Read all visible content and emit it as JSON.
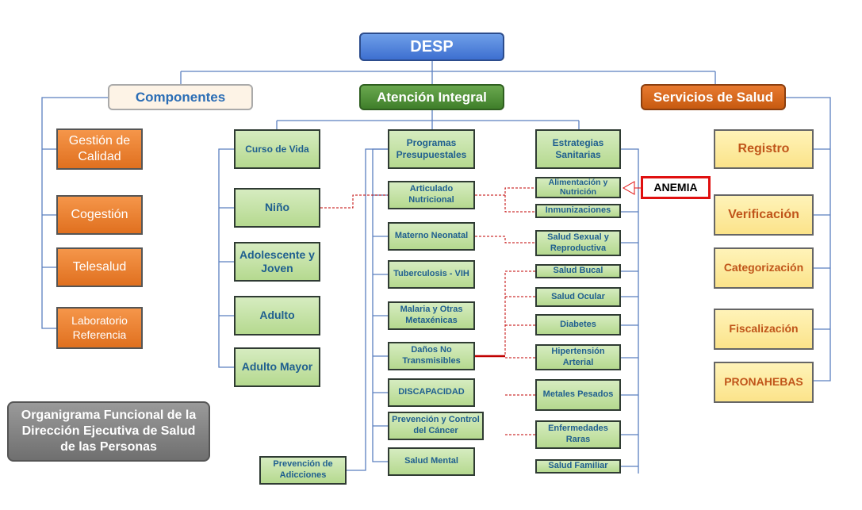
{
  "top": "DESP",
  "heads": {
    "componentes": "Componentes",
    "atencion": "Atención Integral",
    "servicios": "Servicios de Salud"
  },
  "componentes": [
    "Gestión de Calidad",
    "Cogestión",
    "Telesalud",
    "Laboratorio Referencia"
  ],
  "curso": [
    "Curso de Vida",
    "Niño",
    "Adolescente y Joven",
    "Adulto",
    "Adulto Mayor"
  ],
  "programas": [
    "Programas Presupuestales",
    "Articulado Nutricional",
    "Materno Neonatal",
    "Tuberculosis - VIH",
    "Malaria y Otras Metaxénicas",
    "Daños No Transmisibles",
    "DISCAPACIDAD",
    "Prevención y Control del Cáncer",
    "Salud Mental",
    "Prevención de Adicciones"
  ],
  "estrategias": [
    "Estrategias Sanitarias",
    "Alimentación y Nutrición",
    "Inmunizaciones",
    "Salud Sexual y Reproductiva",
    "Salud Bucal",
    "Salud Ocular",
    "Diabetes",
    "Hipertensión Arterial",
    "Metales Pesados",
    "Enfermedades Raras",
    "Salud Familiar"
  ],
  "anemia": "ANEMIA",
  "servicios": [
    "Registro",
    "Verificación",
    "Categorización",
    "Fiscalización",
    "PRONAHEBAS"
  ],
  "title": "Organigrama Funcional de la Dirección Ejecutiva de Salud de las Personas",
  "colors": {
    "line": "#5b7fbf",
    "dashed": "#c00000",
    "highlight": "#e01010"
  }
}
